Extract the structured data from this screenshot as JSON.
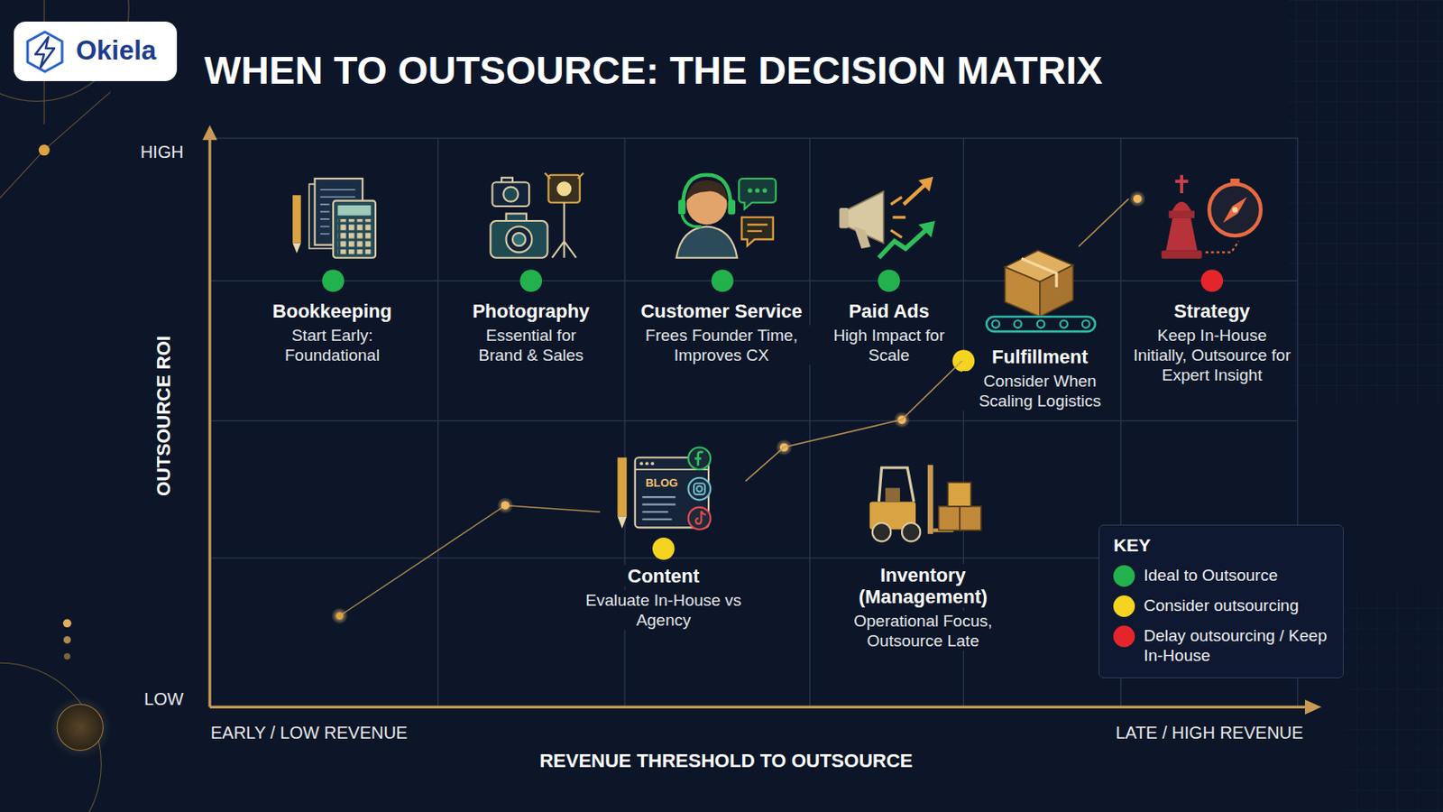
{
  "diagram": {
    "title": "WHEN TO OUTSOURCE: THE DECISION MATRIX",
    "nodes": [
      {
        "text": [
          "Okiela"
        ]
      },
      {
        "text": [
          "Bookkeeping",
          "Start Early: Foundational"
        ]
      },
      {
        "text": [
          "Photography",
          "Essential for Brand & Sales"
        ]
      },
      {
        "text": [
          "Customer Service",
          "Frees Founder Time, Improves CX"
        ]
      },
      {
        "text": [
          "Paid Ads",
          "High Impact for Scale"
        ]
      },
      {
        "text": [
          "Fulfillment",
          "Consider When Scaling Logistics"
        ]
      },
      {
        "text": [
          "Strategy",
          "Keep In-House Initially, Outsource for Expert Insight"
        ]
      },
      {
        "text": [
          "Content",
          "Evaluate In-House vs Agency"
        ]
      },
      {
        "text": [
          "Inventory (Management)",
          "Operational Focus, Outsource Late"
        ]
      }
    ],
    "edges": [
      {
        "from": 7,
        "to": 5,
        "arrow": "none"
      },
      {
        "from": 5,
        "to": 6,
        "arrow": "none"
      }
    ],
    "labels": [
      "HIGH",
      "LOW",
      "OUTSOURCE ROI",
      "EARLY / LOW REVENUE",
      "LATE / HIGH REVENUE",
      "REVENUE THRESHOLD TO OUTSOURCE",
      "BLOG",
      "KEY"
    ],
    "legend": [
      {
        "text": "Ideal to Outsource",
        "color": "#22b14c"
      },
      {
        "text": "Consider outsourcing",
        "color": "#f5d321"
      },
      {
        "text": "Delay outsourcing / Keep In-House",
        "color": "#e4262c"
      }
    ]
  }
}
